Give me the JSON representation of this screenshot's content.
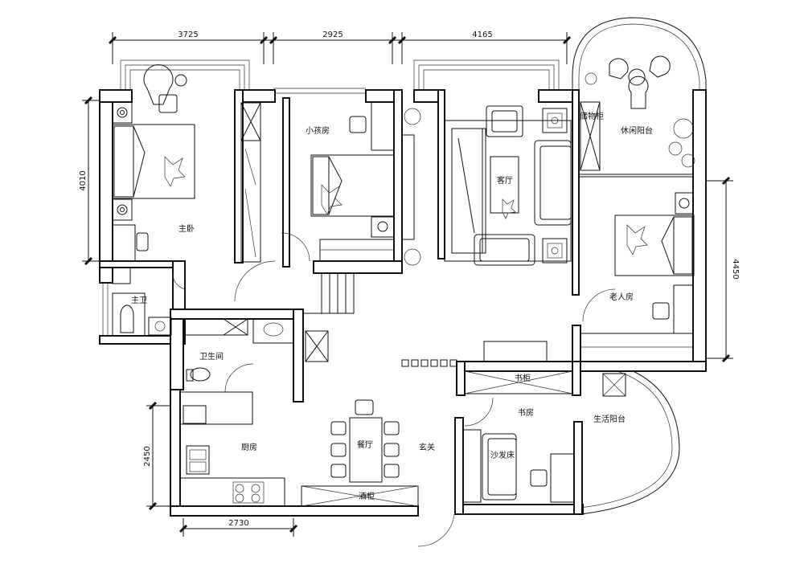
{
  "rooms": {
    "master_bedroom": "主卧",
    "child_room": "小孩房",
    "living_room": "客厅",
    "storage_cabinet": "储物柜",
    "leisure_balcony": "休闲阳台",
    "elderly_room": "老人房",
    "master_bath": "主卫",
    "bathroom": "卫生间",
    "kitchen": "厨房",
    "dining": "餐厅",
    "foyer": "玄关",
    "wine_cabinet": "酒柜",
    "bookcase": "书柜",
    "study": "书房",
    "sofa_bed": "沙发床",
    "service_balcony": "生活阳台"
  },
  "dimensions": {
    "top_1": "3725",
    "top_2": "2925",
    "top_3": "4165",
    "left_upper": "4010",
    "left_lower": "2450",
    "bottom": "2730",
    "right": "4450"
  },
  "colors": {
    "line": "#111111",
    "fill": "#ffffff",
    "shade": "#d9d9d9"
  }
}
